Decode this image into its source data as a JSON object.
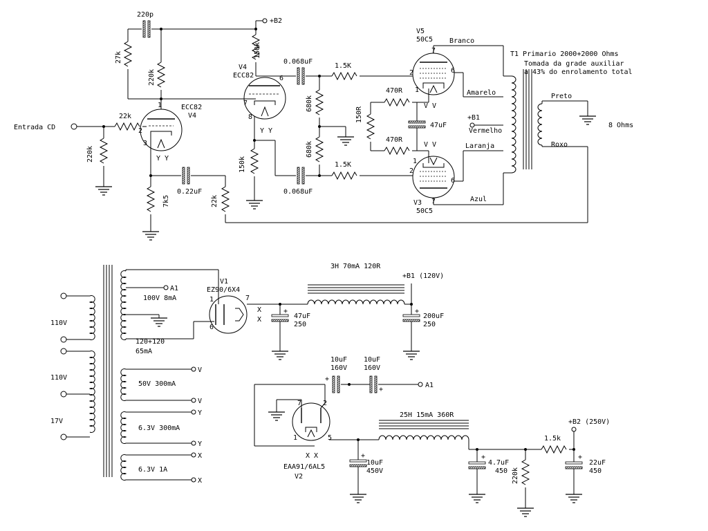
{
  "labels": {
    "c_220p": "220p",
    "b2_top": "+B2",
    "r_27k": "27k",
    "r_220k_top": "220k",
    "r_150k_top": "150k",
    "v4_right_name": "V4",
    "v4_right_type": "ECC82",
    "c_068_top": "0.068uF",
    "r_15k_top": "1.5K",
    "v5_name": "V5",
    "v5_type": "50C5",
    "wire_branco": "Branco",
    "t1_line1": "T1 Primario 2000+2000 Ohms",
    "t1_line2": "Tomada da grade auxiliar",
    "t1_line3": "a 43% do enrolamento total",
    "wire_amarelo": "Amarelo",
    "wire_preto": "Preto",
    "r_470_top": "470R",
    "r_680k_top": "680k",
    "r_150r": "150R",
    "c_47uf_mid": "47uF",
    "b1_mid": "+B1",
    "wire_vermelho": "Vermelho",
    "speaker": "8 Ohms",
    "ecc82_left_type": "ECC82",
    "v4_left_name": "V4",
    "input_label": "Entrada CD",
    "r_22k_in": "22k",
    "r_220k_in": "220k",
    "r_470_bot": "470R",
    "wire_laranja": "Laranja",
    "wire_roxo": "Roxo",
    "r_680k_bot": "680k",
    "r_150k_bot": "150k",
    "r_15k_bot": "1.5K",
    "c_022": "0.22uF",
    "r_22k_fb": "22k",
    "r_7k5": "7k5",
    "c_068_bot": "0.068uF",
    "wire_azul": "Azul",
    "v3_name": "V3",
    "v3_type": "50C5",
    "fil_y": "Y Y",
    "fil_v": "V V",
    "choke1": "3H 70mA 120R",
    "b1_ps": "+B1 (120V)",
    "a1_out": "A1",
    "a1_sec": "100V 8mA",
    "v1_name": "V1",
    "v1_type": "EZ90/6X4",
    "pin_x": "X",
    "c_47uf_ps_v": "47uF",
    "c_47uf_ps_r": "250",
    "c_200uf_v": "200uF",
    "c_200uf_r": "250",
    "mains_110_a": "110V",
    "hv_sec_v": "120+120",
    "hv_sec_i": "65mA",
    "mains_110_b": "110V",
    "c_10uf_a_v": "10uF",
    "c_10uf_a_r": "160V",
    "c_10uf_b_v": "10uF",
    "c_10uf_b_r": "160V",
    "sec_50v": "50V  300mA",
    "tap_v": "V",
    "mains_17": "17V",
    "choke2": "25H 15mA 360R",
    "b2_ps": "+B2 (250V)",
    "sec_63_a": "6.3V  300mA",
    "tap_y": "Y",
    "r_15k_ps": "1.5k",
    "sec_63_b": "6.3V  1A",
    "c_10uf_450_v": "10uF",
    "c_10uf_450_r": "450V",
    "c_47_450_v": "4.7uF",
    "c_47_450_r": "450",
    "r_220k_ps": "220k",
    "c_22_450_v": "22uF",
    "c_22_450_r": "450",
    "v2_type": "EAA91/6AL5",
    "v2_name": "V2",
    "pin_1": "1",
    "pin_2": "2",
    "pin_6": "6",
    "pin_7": "7",
    "pin_8": "8",
    "pin_3": "3",
    "pin_5": "5"
  }
}
